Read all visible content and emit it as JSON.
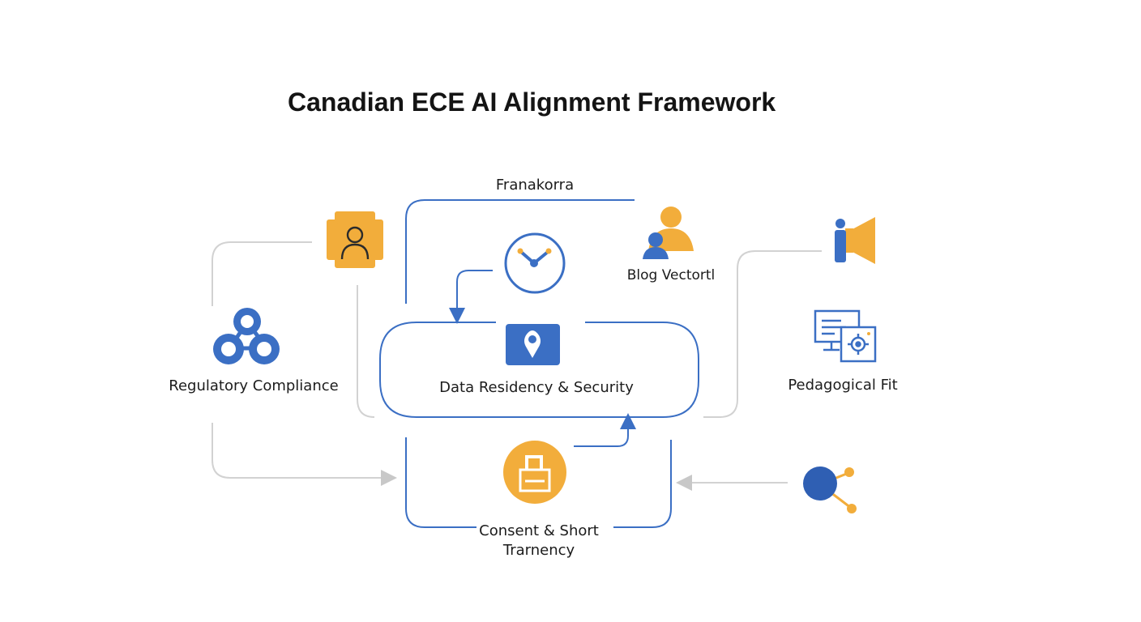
{
  "title": "Canadian ECE AI Alignment Framework",
  "labels": {
    "framework": "Franakorra",
    "blog": "Blog Vectortl",
    "regulatory": "Regulatory Compliance",
    "data_residency": "Data Residency & Security",
    "pedagogical": "Pedagogical Fit",
    "consent_line1": "Consent & Short",
    "consent_line2": "Trarnency"
  },
  "colors": {
    "blue": "#3b6fc4",
    "dark_blue": "#2f5fb3",
    "orange": "#f2ad3b",
    "gray_line": "#d0d0d0",
    "text": "#1c1c1c"
  },
  "icons": {
    "person_tile": "user-square-icon",
    "network": "network-circles-icon",
    "clock": "clock-icon",
    "location": "location-pin-icon",
    "users": "users-icon",
    "megaphone": "megaphone-icon",
    "monitor": "monitor-gear-icon",
    "consent": "consent-document-icon",
    "share": "share-nodes-icon"
  }
}
